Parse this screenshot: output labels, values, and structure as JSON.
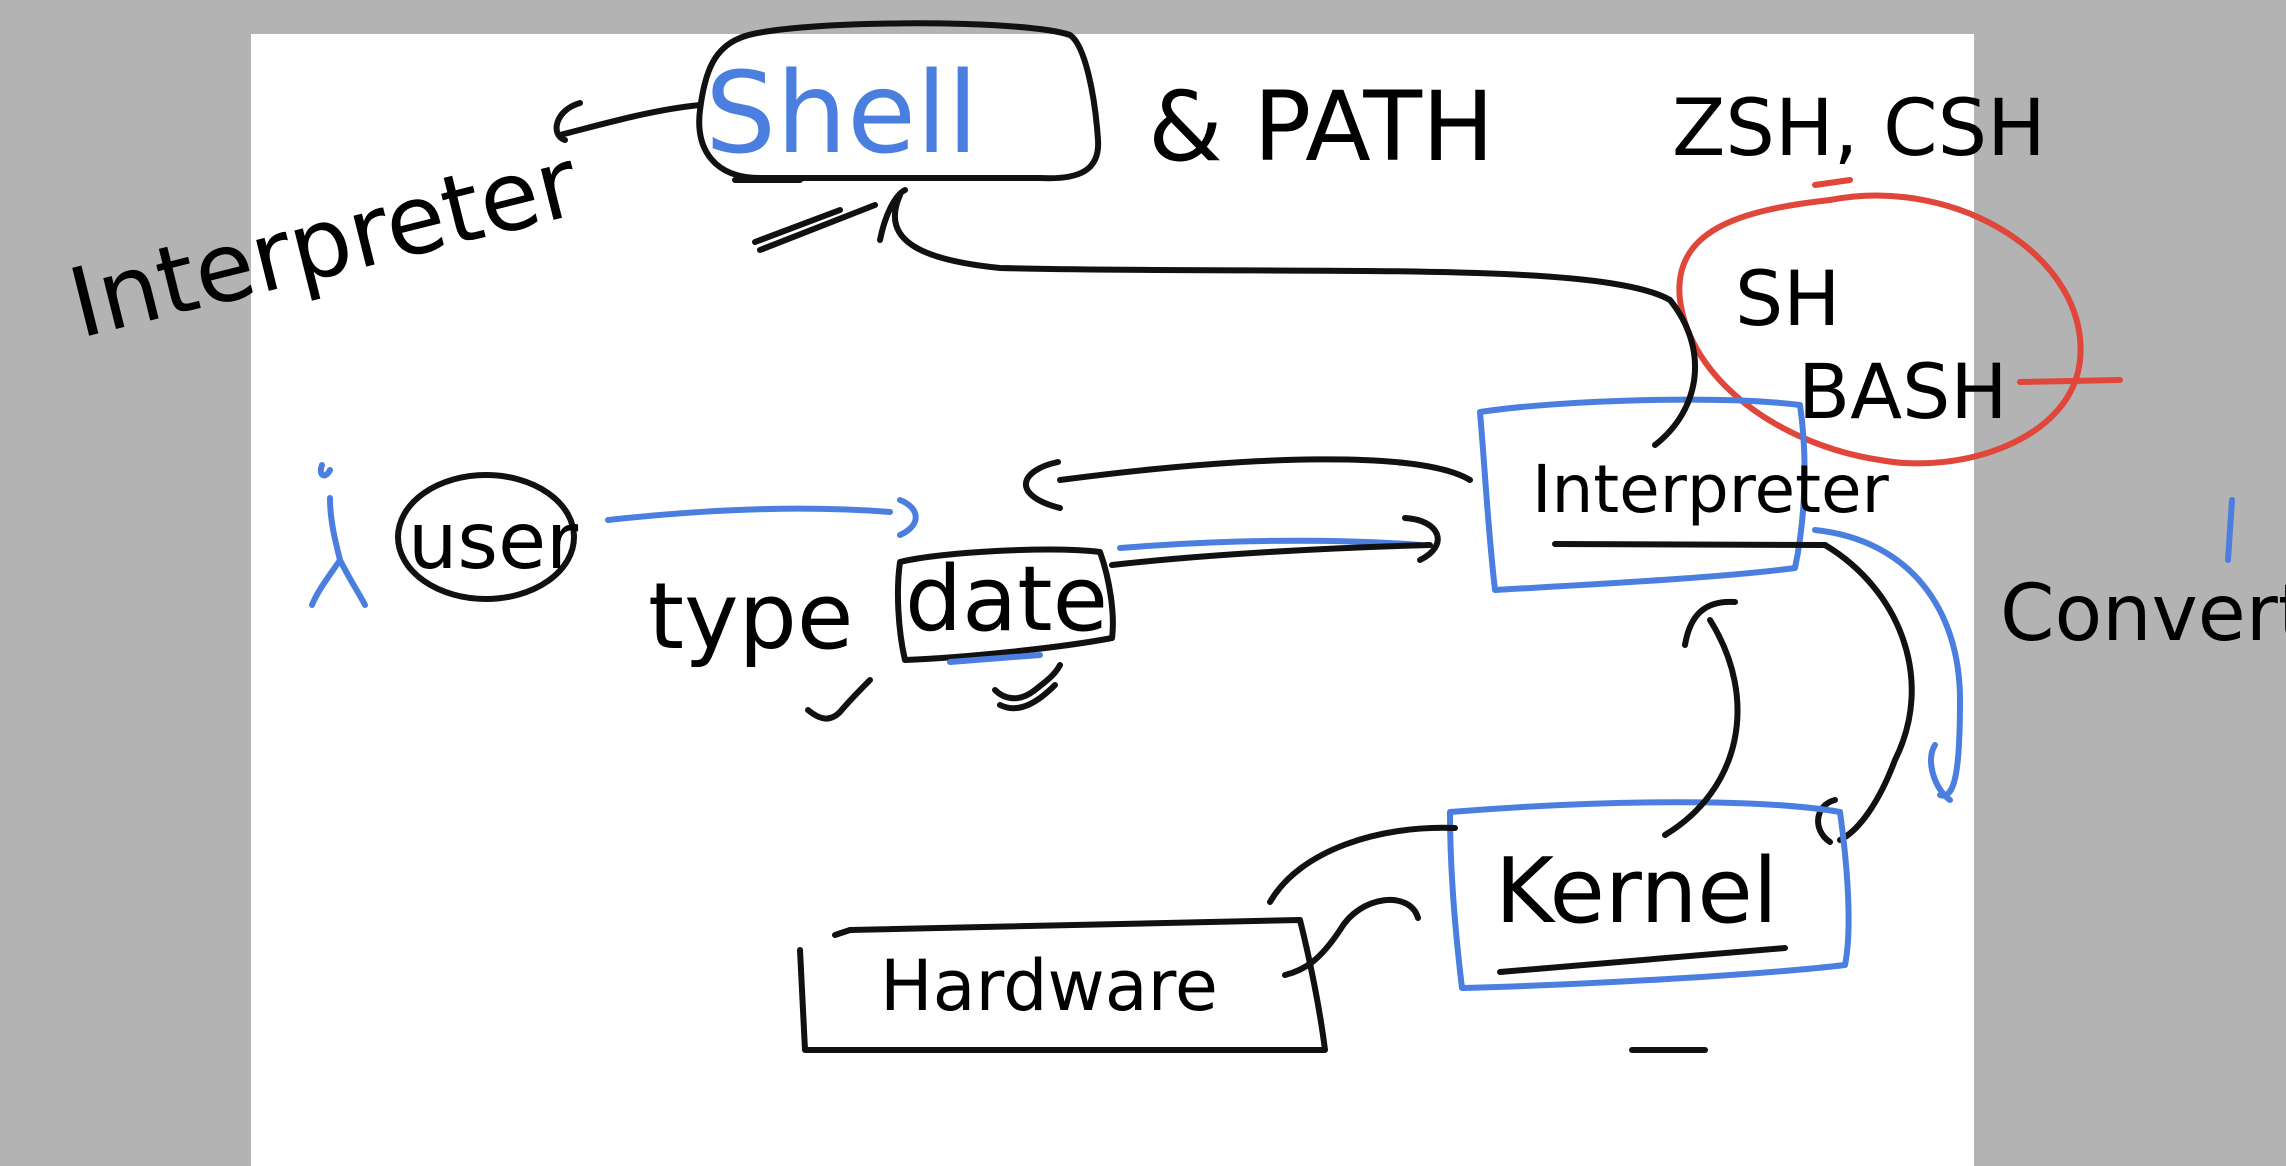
{
  "colors": {
    "blue": "#4a7fe0",
    "black": "#111111",
    "red": "#e0463a",
    "paper": "#ffffff",
    "margin": "#b3b3b3"
  },
  "labels": {
    "shell": "Shell",
    "path": "& PATH",
    "interpreter_left": "Interpreter",
    "shells_alt": "ZSH, CSH",
    "sh": "SH",
    "bash": "BASH",
    "user": "user",
    "type": "type",
    "date": "date",
    "interpreter_box": "Interpreter",
    "convert": "Convert",
    "kernel": "Kernel",
    "hardware": "Hardware"
  }
}
